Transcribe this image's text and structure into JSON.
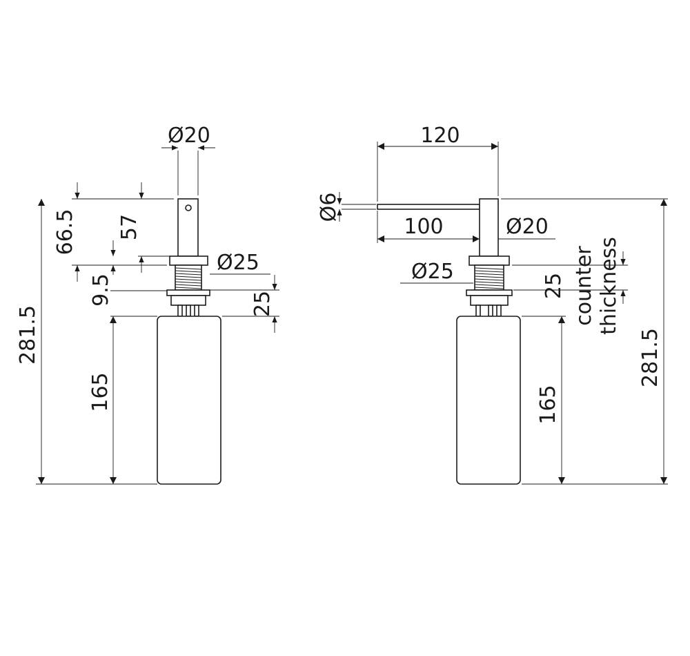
{
  "front_view": {
    "spout_diameter": "Ø20",
    "head_height": "66.5",
    "spout_height": "57",
    "flange_diameter": "Ø25",
    "flange_thickness": "9.5",
    "thread_length": "25",
    "overall_height": "281.5",
    "bottle_height": "165"
  },
  "side_view": {
    "reach_overall": "120",
    "nozzle_diameter": "Ø6",
    "reach_nozzle": "100",
    "body_diameter": "Ø20",
    "flange_diameter": "Ø25",
    "counter_label_line1": "counter",
    "counter_label_line2": "thickness",
    "counter_thickness": "25",
    "overall_height": "281.5",
    "bottle_height": "165"
  }
}
